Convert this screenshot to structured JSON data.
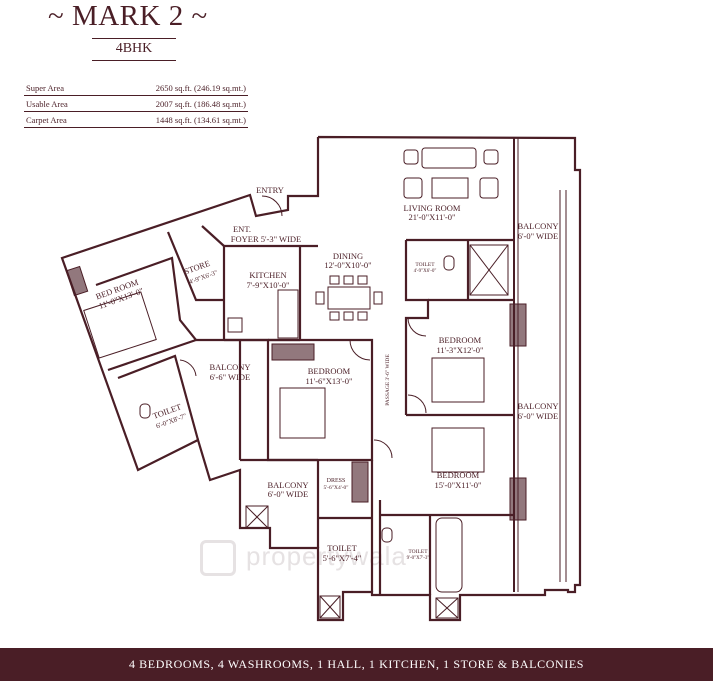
{
  "header": {
    "title": "~ MARK 2 ~",
    "subtitle": "4BHK"
  },
  "areas": [
    {
      "label": "Super Area",
      "value": "2650 sq.ft. (246.19 sq.mt.)"
    },
    {
      "label": "Usable Area",
      "value": "2007 sq.ft. (186.48 sq.mt.)"
    },
    {
      "label": "Carpet Area",
      "value": "1448 sq.ft. (134.61 sq.mt.)"
    }
  ],
  "rooms": {
    "entry": "ENTRY",
    "foyer_1": "ENT.",
    "foyer_2": "FOYER 5'-3\" WIDE",
    "living_1": "LIVING ROOM",
    "living_2": "21'-0\"X11'-0\"",
    "balcony_right_top_1": "BALCONY",
    "balcony_right_top_2": "6'-0\" WIDE",
    "dining_1": "DINING",
    "dining_2": "12'-0\"X10'-0\"",
    "kitchen_1": "KITCHEN",
    "kitchen_2": "7'-9\"X10'-0\"",
    "store_1": "STORE",
    "store_2": "4'-9\"X6'-3\"",
    "bedroom_left_1": "BED ROOM",
    "bedroom_left_2": "11'-0\"X13'-0\"",
    "toilet_small_1": "TOILET",
    "toilet_small_2": "4'-9\"X6'-0\"",
    "bedroom_right_top_1": "BEDROOM",
    "bedroom_right_top_2": "11'-3\"X12'-0\"",
    "balcony_mid_1": "BALCONY",
    "balcony_mid_2": "6'-6\" WIDE",
    "bedroom_center_1": "BEDROOM",
    "bedroom_center_2": "11'-6\"X13'-0\"",
    "passage": "PASSAGE 3'-6\" WIDE",
    "balcony_right_mid_1": "BALCONY",
    "balcony_right_mid_2": "6'-0\" WIDE",
    "toilet_left_1": "TOILET",
    "toilet_left_2": "6'-0\"X8'-7\"",
    "bedroom_right_bottom_1": "BEDROOM",
    "bedroom_right_bottom_2": "15'-0\"X11'-0\"",
    "dress_1": "DRESS",
    "dress_2": "5'-6\"X4'-0\"",
    "balcony_bottom_1": "BALCONY",
    "balcony_bottom_2": "6'-0\" WIDE",
    "toilet_center_1": "TOILET",
    "toilet_center_2": "5'-6\"X7'-4\"",
    "toilet_bottom_1": "TOILET",
    "toilet_bottom_2": "9'-0\"X7'-3\""
  },
  "watermark": "propertywala",
  "footer": "4 BEDROOMS, 4 WASHROOMS, 1 HALL, 1 KITCHEN, 1 STORE & BALCONIES",
  "colors": {
    "brand": "#4a1e26",
    "wall": "#4a1e26",
    "background": "#ffffff"
  }
}
